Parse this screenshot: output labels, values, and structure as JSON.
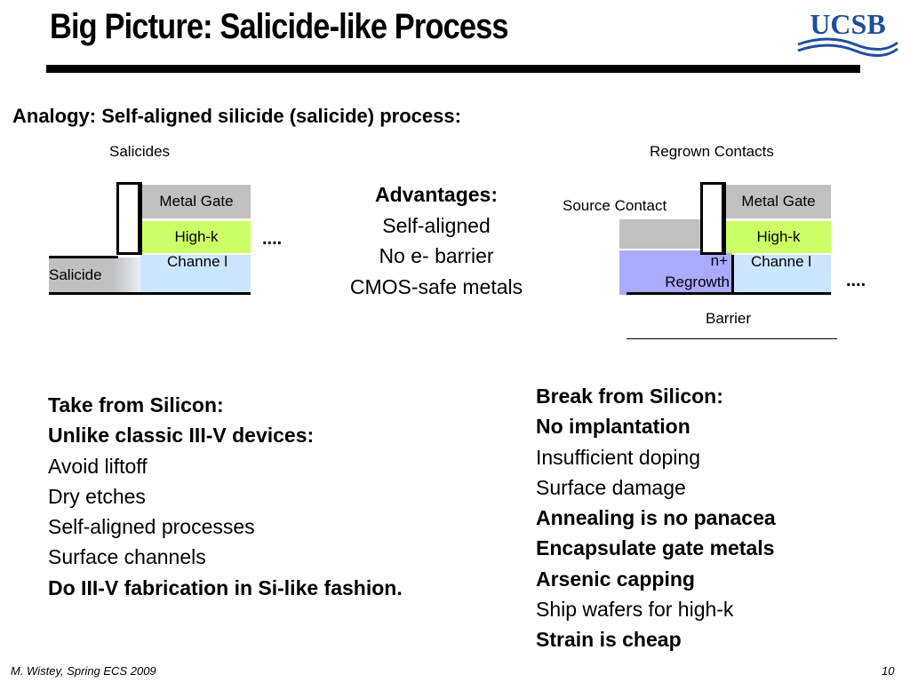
{
  "title": "Big Picture: Salicide-like Process",
  "logo_text": "UCSB",
  "subheading": "Analogy: Self-aligned silicide (salicide) process:",
  "left_diagram": {
    "caption": "Salicides",
    "metal_gate": "Metal Gate",
    "high_k": "High-k",
    "channel": "Channe l",
    "salicide": "Salicide",
    "dots": "...."
  },
  "right_diagram": {
    "caption": "Regrown Contacts",
    "source_contact": "Source Contact",
    "metal_gate": "Metal Gate",
    "high_k": "High-k",
    "channel": "Channe l",
    "n_plus": "n+",
    "regrowth": "Regrowth",
    "barrier": "Barrier",
    "dots": "...."
  },
  "advantages": {
    "heading": "Advantages:",
    "items": [
      "Self-aligned",
      "No e- barrier",
      "CMOS-safe metals"
    ]
  },
  "take_from_silicon": [
    {
      "text": "Take from Silicon:",
      "bold": true
    },
    {
      "text": "Unlike classic III-V devices:",
      "bold": true
    },
    {
      "text": "Avoid liftoff",
      "bold": false
    },
    {
      "text": "Dry etches",
      "bold": false
    },
    {
      "text": "Self-aligned processes",
      "bold": false
    },
    {
      "text": "Surface channels",
      "bold": false
    },
    {
      "text": "Do III-V fabrication in Si-like fashion.",
      "bold": true
    }
  ],
  "break_from_silicon": [
    {
      "text": "Break from Silicon:",
      "bold": true
    },
    {
      "text": "No implantation",
      "bold": true
    },
    {
      "text": "Insufficient doping",
      "bold": false
    },
    {
      "text": "Surface damage",
      "bold": false
    },
    {
      "text": "Annealing is no panacea",
      "bold": true
    },
    {
      "text": "Encapsulate gate metals",
      "bold": true
    },
    {
      "text": "Arsenic capping",
      "bold": true
    },
    {
      "text": "Ship wafers for high-k",
      "bold": false
    },
    {
      "text": "Strain is cheap",
      "bold": true
    }
  ],
  "footer": "M. Wistey, Spring ECS 2009",
  "page_number": "10",
  "colors": {
    "gray": "#c0c0c0",
    "green": "#ccff66",
    "blue": "#cce6ff",
    "purple": "#aaaaff",
    "logo_blue": "#1f4e9c"
  }
}
